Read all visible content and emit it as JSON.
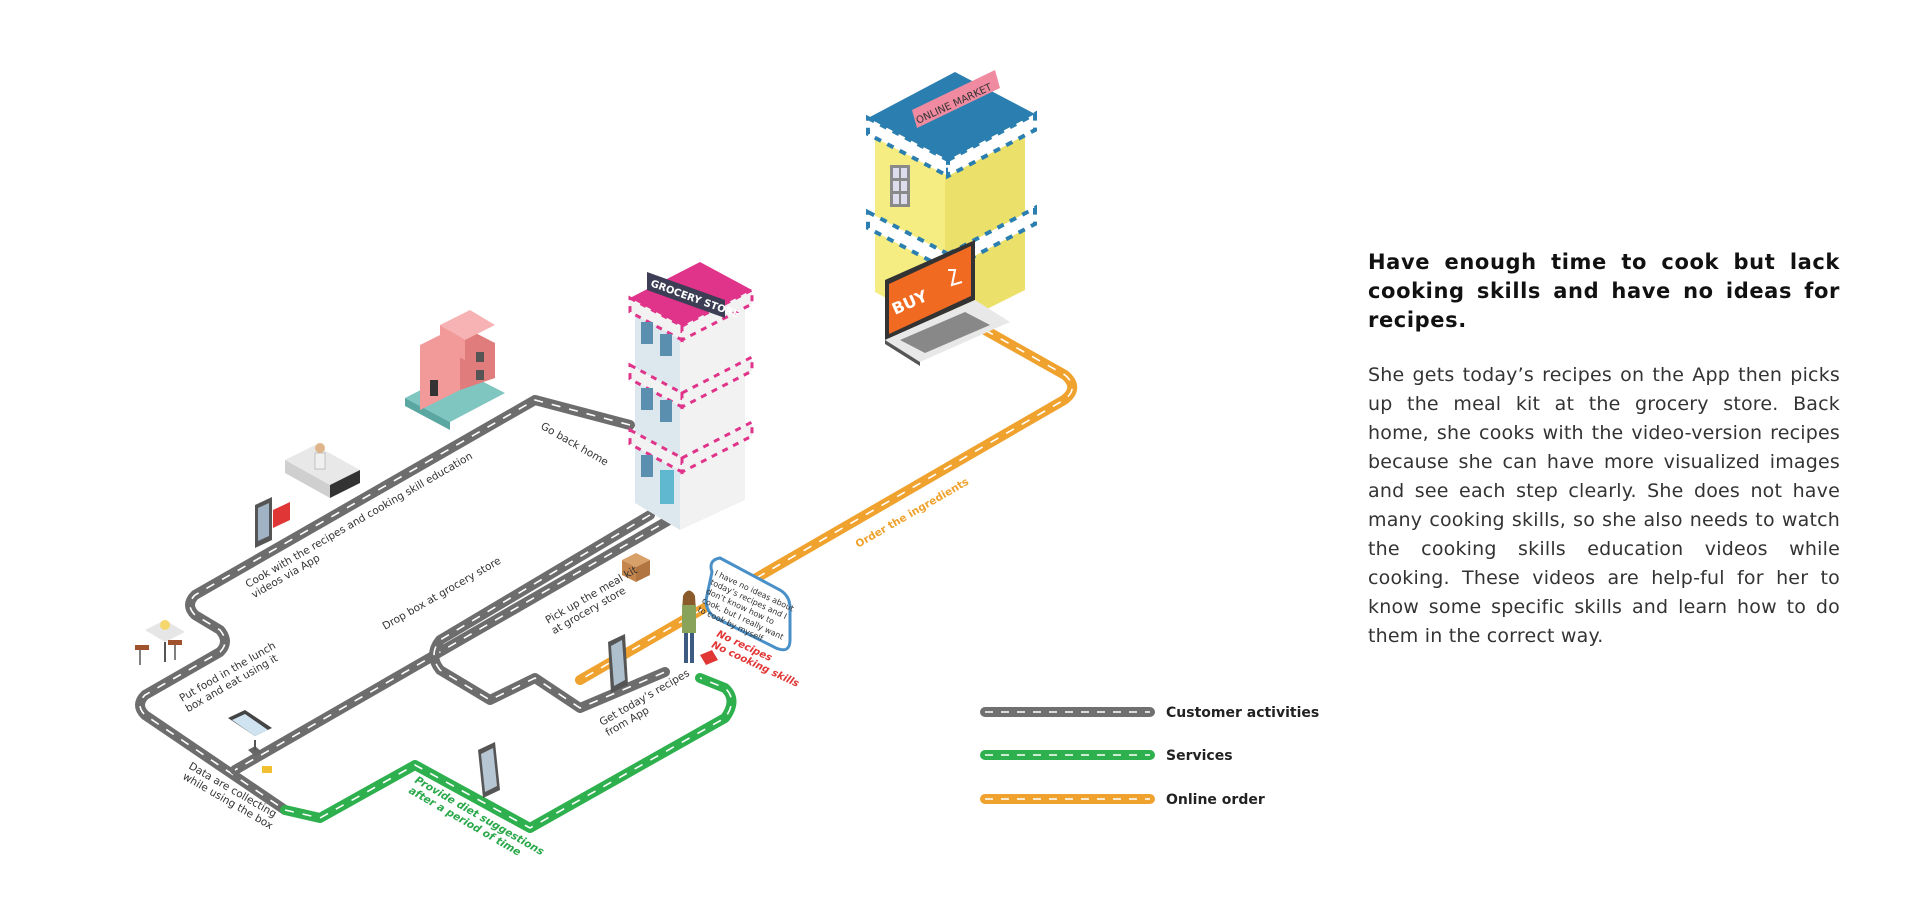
{
  "panel": {
    "title": "Have enough time to cook but lack cooking skills and have no ideas for recipes.",
    "body": "She gets today’s recipes on the App then picks up the meal kit at the grocery store. Back home, she cooks with the video-version recipes because she can have more visualized images and see each step clearly. She does not have many cooking skills, so she also needs to watch the cooking skills education videos while cooking. These videos are help-ful for her to know some specific skills and learn how to do them in the correct way."
  },
  "legend": [
    {
      "label": "Customer activities",
      "color": "#707070"
    },
    {
      "label": "Services",
      "color": "#2fb04e"
    },
    {
      "label": "Online order",
      "color": "#f0a22e"
    }
  ],
  "signs": {
    "grocery": "GROCERY STORE",
    "market": "ONLINE MARKET",
    "buy": "BUY"
  },
  "route_labels": {
    "go_back_home": "Go back home",
    "cook_line1": "Cook with the recipes and cooking skill education",
    "cook_line2": "videos via App",
    "drop_box": "Drop box at grocery store",
    "pick_up_line1": "Pick up the meal kit",
    "pick_up_line2": "at grocery store",
    "put_food_line1": "Put food in the lunch",
    "put_food_line2": "box and eat using it",
    "get_recipes_line1": "Get today’s recipes",
    "get_recipes_line2": "from App",
    "data_line1": "Data are collecting",
    "data_line2": "while using the box",
    "diet_line1": "Provide diet suggestions",
    "diet_line2": "after a period of time",
    "order": "Order the ingredients"
  },
  "persona": {
    "bubble": [
      "I have no ideas about",
      "today’s recipes and I",
      "don’t know how to",
      "cook, but I really want",
      "to cook by myself"
    ],
    "no_recipes": "No recipes",
    "no_skills": "No cooking skills"
  },
  "colors": {
    "road_gray": "#6d6d6d",
    "road_green": "#2fb04e",
    "road_orange": "#f0a22e",
    "grocery_pink": "#e0338a",
    "market_blue": "#2b7fb0",
    "market_yellow": "#f5ec82",
    "house_pink": "#f29a9a",
    "buy_orange": "#f06a22"
  }
}
